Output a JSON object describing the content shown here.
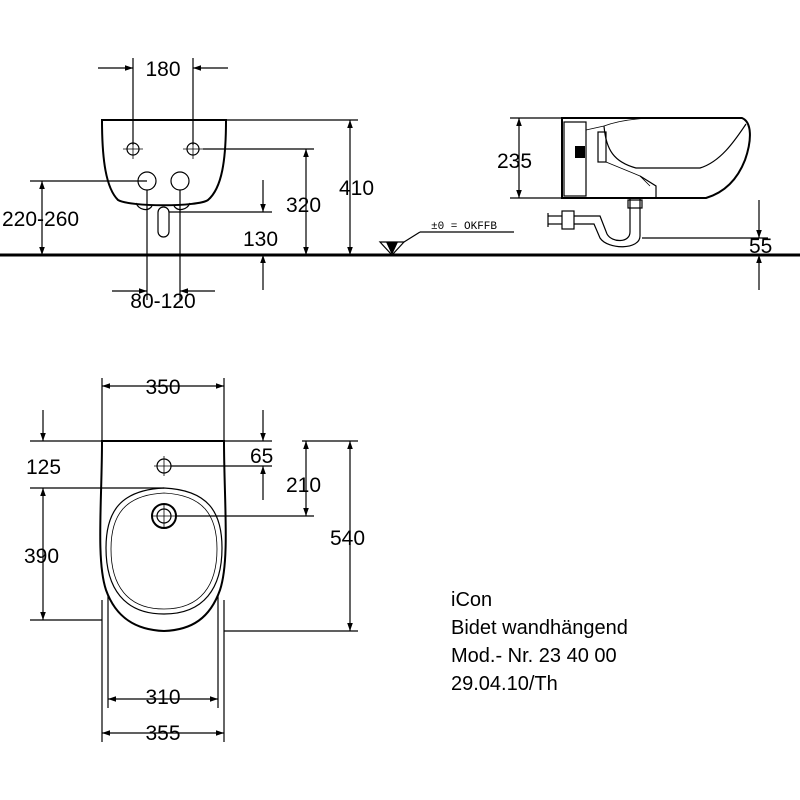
{
  "dimensions": {
    "d180": "180",
    "d410": "410",
    "d320": "320",
    "d235": "235",
    "d220_260": "220-260",
    "d130": "130",
    "d80_120": "80-120",
    "d55": "55",
    "d350": "350",
    "d125": "125",
    "d65": "65",
    "d210": "210",
    "d390": "390",
    "d540": "540",
    "d310": "310",
    "d355": "355"
  },
  "floor_label": "±0 = OKFFB",
  "info": {
    "line1": "iCon",
    "line2": "Bidet wandhängend",
    "line3": "Mod.- Nr. 23 40 00",
    "line4": "29.04.10/Th"
  }
}
